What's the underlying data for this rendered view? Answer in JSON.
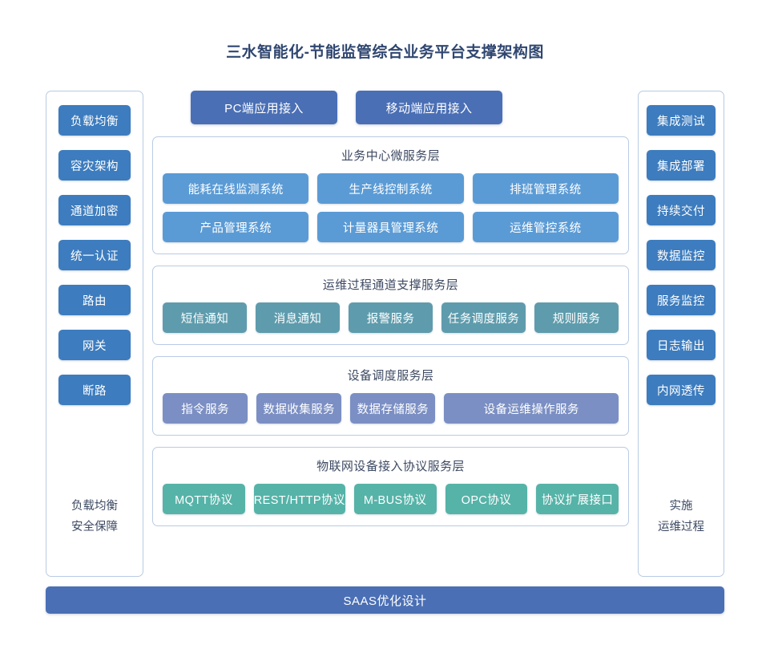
{
  "title": "三水智能化-节能监管综合业务平台支撑架构图",
  "colors": {
    "title": "#2f4670",
    "panel_border": "#b8cbe4",
    "side_button": "#3d7cbe",
    "access_button": "#4a6fb5",
    "business_chip": "#5b9bd5",
    "support_chip": "#5e9cad",
    "device_chip": "#7b8fc4",
    "iot_chip": "#56b3a8",
    "bottom_bar": "#4a6fb5",
    "background": "#ffffff"
  },
  "left_column": {
    "items": [
      {
        "label": "负载均衡"
      },
      {
        "label": "容灾架构"
      },
      {
        "label": "通道加密"
      },
      {
        "label": "统一认证"
      },
      {
        "label": "路由"
      },
      {
        "label": "网关"
      },
      {
        "label": "断路"
      }
    ],
    "footer_line1": "负载均衡",
    "footer_line2": "安全保障"
  },
  "right_column": {
    "items": [
      {
        "label": "集成测试"
      },
      {
        "label": "集成部署"
      },
      {
        "label": "持续交付"
      },
      {
        "label": "数据监控"
      },
      {
        "label": "服务监控"
      },
      {
        "label": "日志输出"
      },
      {
        "label": "内网透传"
      }
    ],
    "footer_line1": "实施",
    "footer_line2": "运维过程"
  },
  "access_row": {
    "buttons": [
      {
        "label": "PC端应用接入"
      },
      {
        "label": "移动端应用接入"
      }
    ]
  },
  "layers": [
    {
      "id": "business",
      "title": "业务中心微服务层",
      "rows": [
        [
          {
            "label": "能耗在线监测系统"
          },
          {
            "label": "生产线控制系统"
          },
          {
            "label": "排班管理系统"
          }
        ],
        [
          {
            "label": "产品管理系统"
          },
          {
            "label": "计量器具管理系统"
          },
          {
            "label": "运维管控系统"
          }
        ]
      ]
    },
    {
      "id": "support",
      "title": "运维过程通道支撑服务层",
      "rows": [
        [
          {
            "label": "短信通知"
          },
          {
            "label": "消息通知"
          },
          {
            "label": "报警服务"
          },
          {
            "label": "任务调度服务"
          },
          {
            "label": "规则服务"
          }
        ]
      ]
    },
    {
      "id": "device",
      "title": "设备调度服务层",
      "rows": [
        [
          {
            "label": "指令服务"
          },
          {
            "label": "数据收集服务"
          },
          {
            "label": "数据存储服务"
          },
          {
            "label": "设备运维操作服务",
            "wide": true
          }
        ]
      ]
    },
    {
      "id": "iot",
      "title": "物联网设备接入协议服务层",
      "rows": [
        [
          {
            "label": "MQTT协议"
          },
          {
            "label": "REST/HTTP协议"
          },
          {
            "label": "M-BUS协议"
          },
          {
            "label": "OPC协议"
          },
          {
            "label": "协议扩展接口"
          }
        ]
      ]
    }
  ],
  "bottom_bar": {
    "label": "SAAS优化设计"
  }
}
